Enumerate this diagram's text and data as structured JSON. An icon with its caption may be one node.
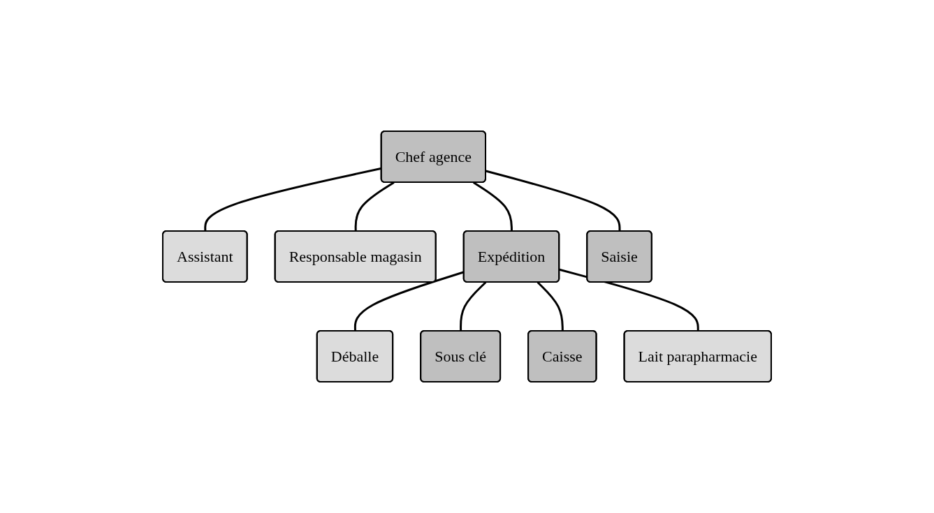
{
  "diagram": {
    "nodes": [
      {
        "text": [
          "Chef agence"
        ]
      },
      {
        "text": [
          "Assistant"
        ]
      },
      {
        "text": [
          "Responsable magasin"
        ]
      },
      {
        "text": [
          "Expédition"
        ]
      },
      {
        "text": [
          "Saisie"
        ]
      },
      {
        "text": [
          "Déballe"
        ]
      },
      {
        "text": [
          "Sous clé"
        ]
      },
      {
        "text": [
          "Caisse"
        ]
      },
      {
        "text": [
          "Lait parapharmacie"
        ]
      }
    ],
    "edges": [
      {
        "from": 0,
        "to": 1,
        "arrow": "none"
      },
      {
        "from": 0,
        "to": 2,
        "arrow": "none"
      },
      {
        "from": 0,
        "to": 3,
        "arrow": "none"
      },
      {
        "from": 0,
        "to": 4,
        "arrow": "none"
      },
      {
        "from": 3,
        "to": 5,
        "arrow": "none"
      },
      {
        "from": 3,
        "to": 6,
        "arrow": "none"
      },
      {
        "from": 3,
        "to": 7,
        "arrow": "none"
      },
      {
        "from": 3,
        "to": 8,
        "arrow": "none"
      }
    ]
  }
}
